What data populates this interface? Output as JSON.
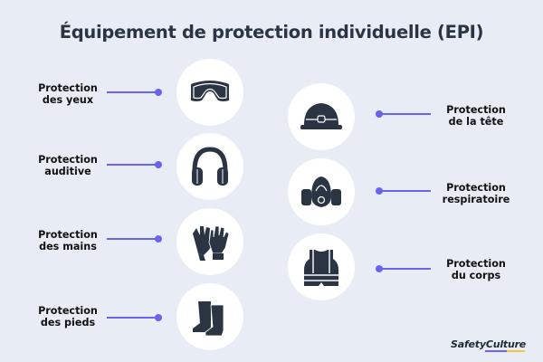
{
  "title": "Équipement de protection individuelle (EPI)",
  "colors": {
    "background": "#e8ecf5",
    "accent": "#6a63f0",
    "icon": "#2b3442",
    "circle": "#ffffff"
  },
  "left_items": [
    {
      "line1": "Protection",
      "line2": "des yeux",
      "icon": "goggles-icon"
    },
    {
      "line1": "Protection",
      "line2": "auditive",
      "icon": "ear-muffs-icon"
    },
    {
      "line1": "Protection",
      "line2": "des mains",
      "icon": "gloves-icon"
    },
    {
      "line1": "Protection",
      "line2": "des pieds",
      "icon": "boots-icon"
    }
  ],
  "right_items": [
    {
      "line1": "Protection",
      "line2": "de la tête",
      "icon": "hard-hat-icon"
    },
    {
      "line1": "Protection",
      "line2": "respiratoire",
      "icon": "respirator-icon"
    },
    {
      "line1": "Protection",
      "line2": "du corps",
      "icon": "safety-vest-icon"
    }
  ],
  "logo": {
    "text": "SafetyCulture"
  }
}
